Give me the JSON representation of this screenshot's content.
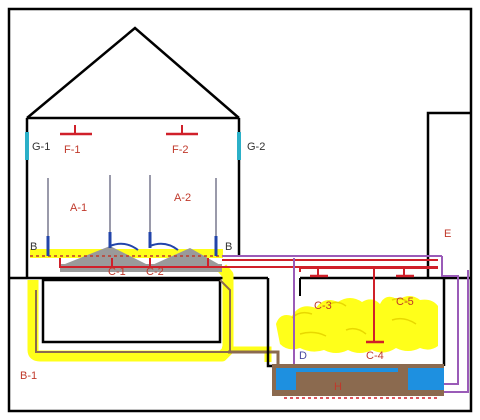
{
  "labels": {
    "g1": "G-1",
    "g2": "G-2",
    "f1": "F-1",
    "f2": "F-2",
    "a1": "A-1",
    "a2": "A-2",
    "b_left": "B",
    "b_right": "B",
    "c1": "C-1",
    "c2": "C-2",
    "c3": "C-3",
    "c4": "C-4",
    "c5": "C-5",
    "d": "D",
    "e": "E",
    "h": "H",
    "b1": "B-1"
  },
  "colors": {
    "outline": "#000000",
    "red_pipe": "#d0202a",
    "purple_pipe": "#9a5bb8",
    "yellow_fill": "#ffff1a",
    "brown": "#8b6a4f",
    "water": "#1e90e0",
    "window_blue": "#2bb0c8",
    "gray": "#9a9a9a",
    "post_blue": "#2244aa"
  }
}
